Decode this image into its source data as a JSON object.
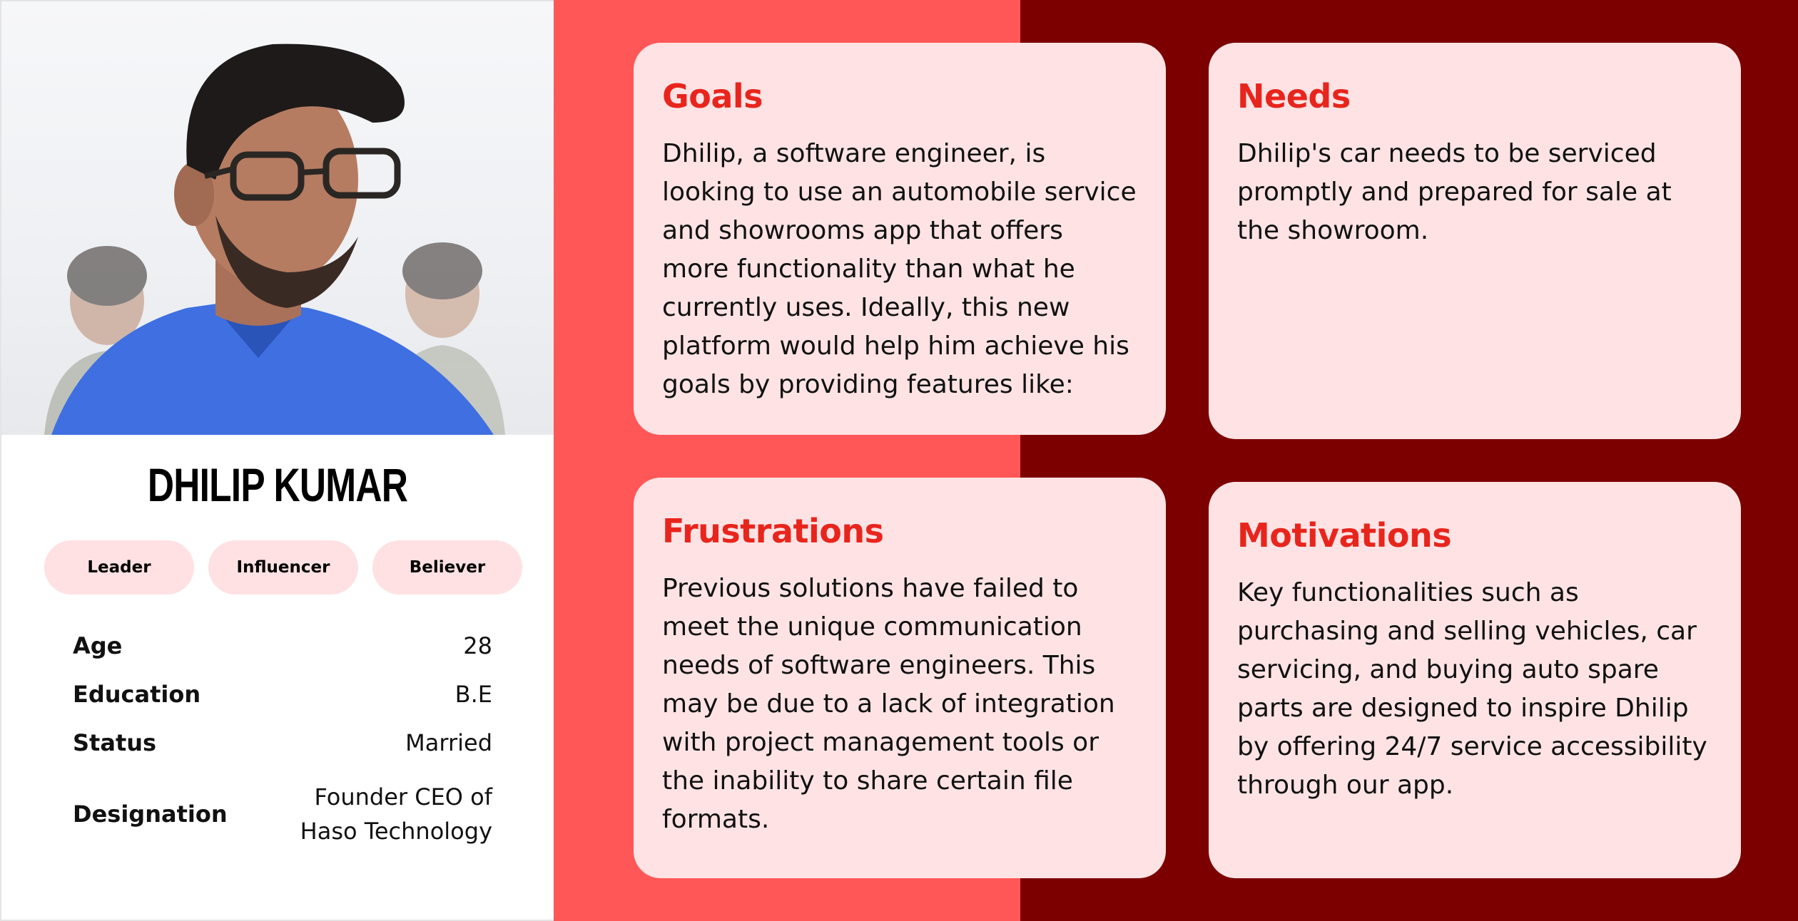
{
  "profile": {
    "name": "DHILIP KUMAR",
    "tags": [
      "Leader",
      "Influencer",
      "Believer"
    ],
    "facts": [
      {
        "label": "Age",
        "value": "28"
      },
      {
        "label": "Education",
        "value": "B.E"
      },
      {
        "label": "Status",
        "value": "Married"
      },
      {
        "label": "Designation",
        "value_line1": "Founder CEO of",
        "value_line2": "Haso Technology"
      }
    ]
  },
  "cards": {
    "goals": {
      "title": "Goals",
      "body": "Dhilip, a software engineer, is looking to use an automobile service and showrooms app that offers more functionality than what he currently uses. Ideally, this new platform would help him achieve his goals by providing features like:"
    },
    "needs": {
      "title": "Needs",
      "body": "Dhilip's car needs to be serviced promptly and prepared for sale at the showroom."
    },
    "frustrations": {
      "title": "Frustrations",
      "body": "Previous solutions have failed to meet the unique communication needs of software engineers. This may be due to a lack of integration with project management tools or the inability to share certain file formats."
    },
    "motivations": {
      "title": "Motivations",
      "body": "Key functionalities such as purchasing and selling vehicles, car servicing, and buying auto spare parts are designed to inspire Dhilip by offering 24/7 service accessibility through our app."
    }
  },
  "colors": {
    "accent": "#e8251d",
    "card_bg": "#ffe3e4",
    "panel_light": "#ff5757",
    "panel_dark": "#7c0000",
    "chip_bg": "#ffe1e3"
  }
}
